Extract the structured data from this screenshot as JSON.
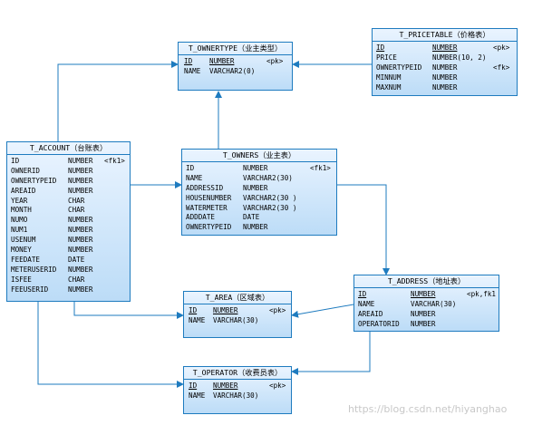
{
  "tables": [
    {
      "name": "T_OWNERTYPE（业主类型）",
      "columns": [
        {
          "name": "ID",
          "type": "NUMBER",
          "key": "<pk>",
          "pk": true
        },
        {
          "name": "NAME",
          "type": "VARCHAR2(0)",
          "key": ""
        }
      ]
    },
    {
      "name": "T_PRICETABLE（价格表）",
      "columns": [
        {
          "name": "ID",
          "type": "NUMBER",
          "key": "<pk>",
          "pk": true
        },
        {
          "name": "PRICE",
          "type": "NUMBER(10, 2)",
          "key": ""
        },
        {
          "name": "OWNERTYPEID",
          "type": "NUMBER",
          "key": "<fk>"
        },
        {
          "name": "MINNUM",
          "type": "NUMBER",
          "key": ""
        },
        {
          "name": "MAXNUM",
          "type": "NUMBER",
          "key": ""
        }
      ]
    },
    {
      "name": "T_ACCOUNT（台账表）",
      "columns": [
        {
          "name": "ID",
          "type": "NUMBER",
          "key": "<fk1>"
        },
        {
          "name": "OWNERID",
          "type": "NUMBER",
          "key": ""
        },
        {
          "name": "OWNERTYPEID",
          "type": "NUMBER",
          "key": ""
        },
        {
          "name": "AREAID",
          "type": "NUMBER",
          "key": ""
        },
        {
          "name": "YEAR",
          "type": "CHAR",
          "key": ""
        },
        {
          "name": "MONTH",
          "type": "CHAR",
          "key": ""
        },
        {
          "name": "NUMO",
          "type": "NUMBER",
          "key": ""
        },
        {
          "name": "NUM1",
          "type": "NUMBER",
          "key": ""
        },
        {
          "name": "USENUM",
          "type": "NUMBER",
          "key": ""
        },
        {
          "name": "MONEY",
          "type": "NUMBER",
          "key": ""
        },
        {
          "name": "FEEDATE",
          "type": "DATE",
          "key": ""
        },
        {
          "name": "METERUSERID",
          "type": "NUMBER",
          "key": ""
        },
        {
          "name": "ISFEE",
          "type": "CHAR",
          "key": ""
        },
        {
          "name": "FEEUSERID",
          "type": "NUMBER",
          "key": ""
        }
      ]
    },
    {
      "name": "T_OWNERS（业主表）",
      "columns": [
        {
          "name": "ID",
          "type": "NUMBER",
          "key": "<fk1>"
        },
        {
          "name": "NAME",
          "type": "VARCHAR2(30)",
          "key": ""
        },
        {
          "name": "ADDRESSID",
          "type": "NUMBER",
          "key": ""
        },
        {
          "name": "HOUSENUMBER",
          "type": "VARCHAR2(30 )",
          "key": ""
        },
        {
          "name": "WATERMETER",
          "type": "VARCHAR2(30 )",
          "key": ""
        },
        {
          "name": "ADDDATE",
          "type": "DATE",
          "key": ""
        },
        {
          "name": "OWNERTYPEID",
          "type": "NUMBER",
          "key": ""
        }
      ]
    },
    {
      "name": "T_ADDRESS（地址表）",
      "columns": [
        {
          "name": "ID",
          "type": "NUMBER",
          "key": "<pk,fk1",
          "pk": true
        },
        {
          "name": "NAME",
          "type": "VARCHAR(30)",
          "key": ""
        },
        {
          "name": "AREAID",
          "type": "NUMBER",
          "key": ""
        },
        {
          "name": "OPERATORID",
          "type": "NUMBER",
          "key": ""
        }
      ]
    },
    {
      "name": "T_AREA（区域表）",
      "columns": [
        {
          "name": "ID",
          "type": "NUMBER",
          "key": "<pk>",
          "pk": true
        },
        {
          "name": "NAME",
          "type": "VARCHAR(30)",
          "key": ""
        }
      ]
    },
    {
      "name": "T_OPERATOR（收费员表）",
      "columns": [
        {
          "name": "ID",
          "type": "NUMBER",
          "key": "<pk>",
          "pk": true
        },
        {
          "name": "NAME",
          "type": "VARCHAR(30)",
          "key": ""
        }
      ]
    }
  ],
  "watermark": "https://blog.csdn.net/hiyanghao"
}
